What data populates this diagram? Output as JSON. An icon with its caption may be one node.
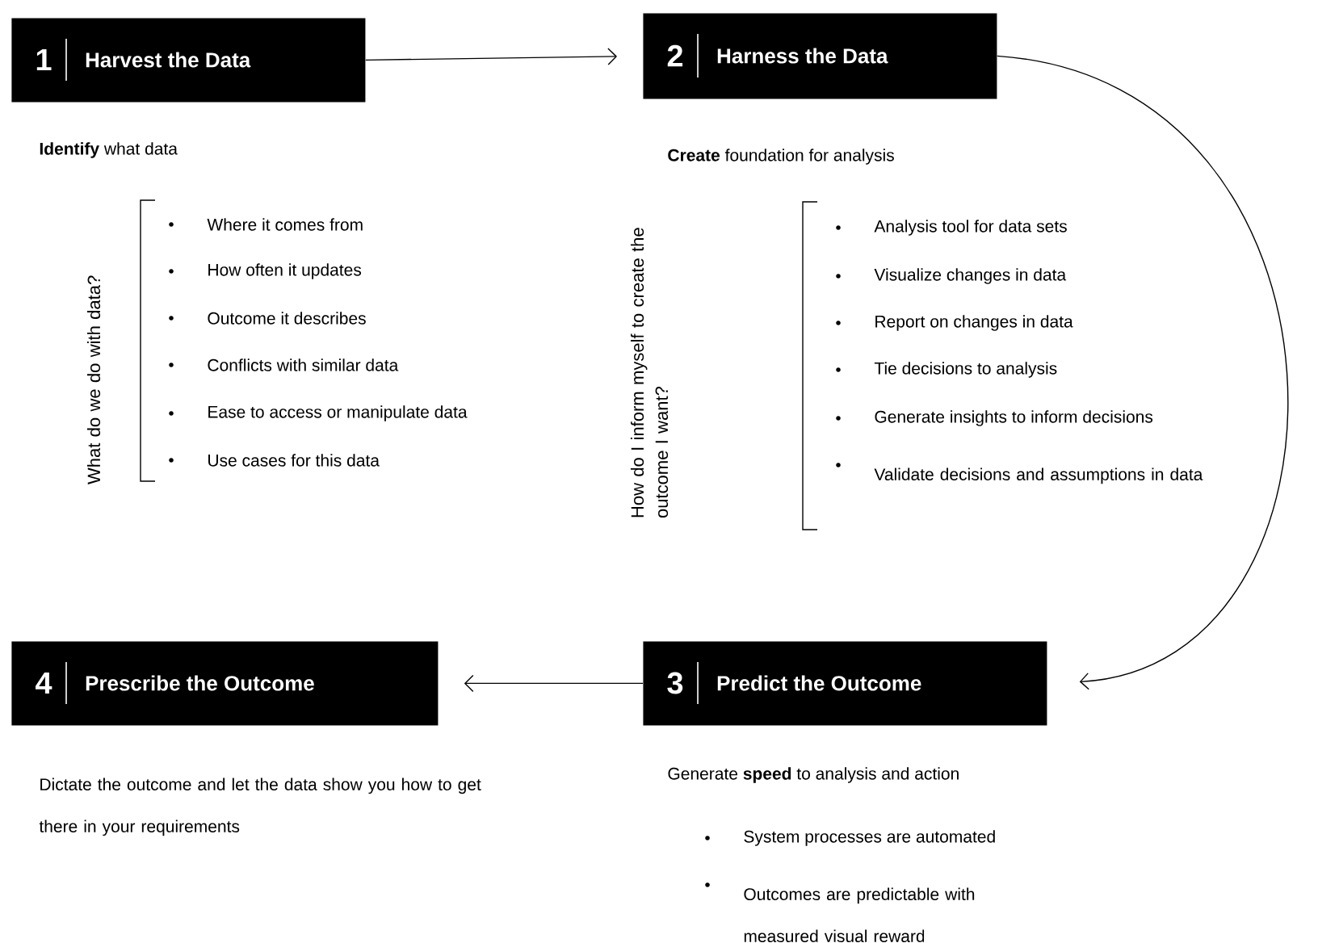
{
  "diagram": {
    "nodes": [
      {
        "text": [
          "1",
          "Harvest the Data"
        ]
      },
      {
        "text": [
          "2",
          "Harness the Data"
        ]
      },
      {
        "text": [
          "3",
          "Predict the Outcome"
        ]
      },
      {
        "text": [
          "4",
          "Prescribe the Outcome"
        ]
      }
    ],
    "edges": [
      {
        "from": 0,
        "to": 1,
        "arrow": "to"
      },
      {
        "from": 1,
        "to": 2,
        "arrow": "to"
      },
      {
        "from": 2,
        "to": 3,
        "arrow": "to"
      }
    ],
    "labels": [
      "**Identify** what data",
      "What do we do with data?",
      "Where it comes from",
      "How often it updates",
      "Outcome it describes",
      "Conflicts with similar data",
      "Ease to access or manipulate data",
      "Use cases for this data",
      "**Create** foundation for analysis",
      "How do I inform myself to create the outcome I want?",
      "Analysis tool for data sets",
      "Visualize changes in data",
      "Report on changes in data",
      "Tie decisions to analysis",
      "Generate insights to inform decisions",
      "Validate decisions and assumptions in data",
      "Dictate the outcome and let the data show you how to get there in your requirements",
      "Generate **speed** to analysis and action",
      "System processes are automated",
      "Outcomes are predictable with measured visual reward"
    ]
  }
}
